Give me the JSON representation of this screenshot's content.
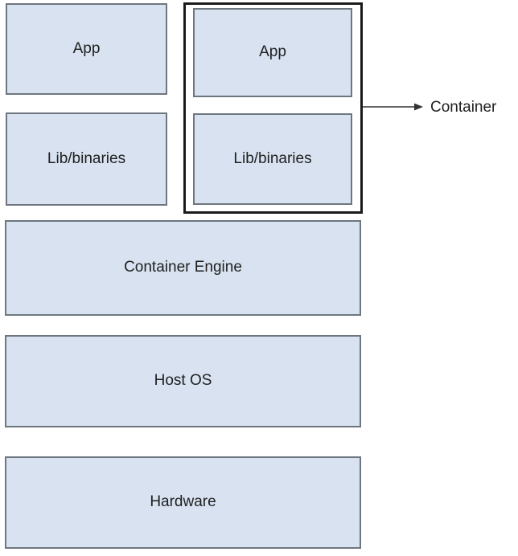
{
  "diagram": {
    "left_stack": {
      "app": {
        "label": "App"
      },
      "lib": {
        "label": "Lib/binaries"
      }
    },
    "container_group": {
      "app": {
        "label": "App"
      },
      "lib": {
        "label": "Lib/binaries"
      },
      "callout_label": "Container"
    },
    "layers": [
      {
        "label": "Container Engine"
      },
      {
        "label": "Host OS"
      },
      {
        "label": "Hardware"
      }
    ]
  },
  "colors": {
    "box_fill": "#d8e2f0",
    "box_border": "#6e7680",
    "frame_border": "#1a1a1a",
    "text": "#1f1f1f",
    "arrow": "#333333",
    "background": "#ffffff"
  }
}
